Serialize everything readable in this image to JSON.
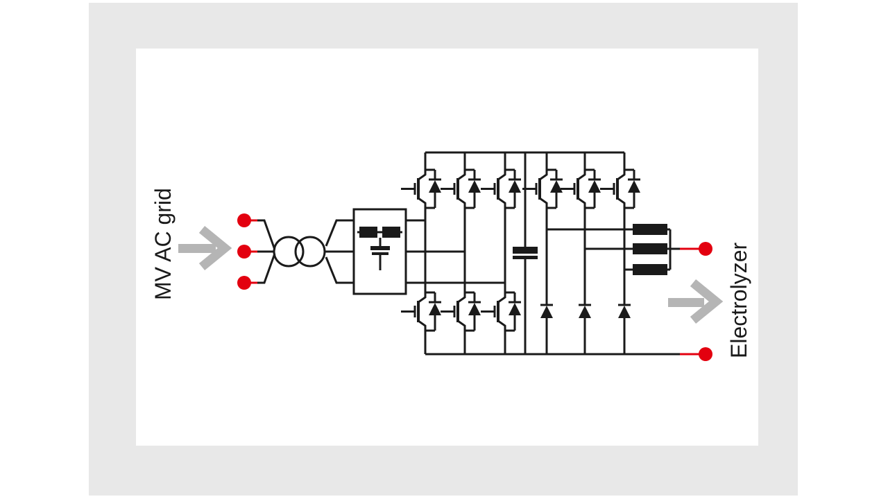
{
  "colors": {
    "line": "#1a1a1a",
    "red": "#e3000f",
    "gray": "#b5b5b5",
    "panel": "#e8e8e8",
    "canvas": "#ffffff"
  },
  "labels": {
    "input": "MV AC grid",
    "output": "Electrolyzer"
  },
  "diagram": {
    "type": "power-conversion-single-line-circuit",
    "components": {
      "input_terminals": 3,
      "transformer_windings": 2,
      "filter_inductors": 2,
      "filter_capacitors": 1,
      "top_igbt_modules": 6,
      "bottom_igbt_modules": 3,
      "bottom_diodes": 3,
      "dc_link_capacitors": 1,
      "output_inductors": 3,
      "output_terminals": 2
    }
  }
}
